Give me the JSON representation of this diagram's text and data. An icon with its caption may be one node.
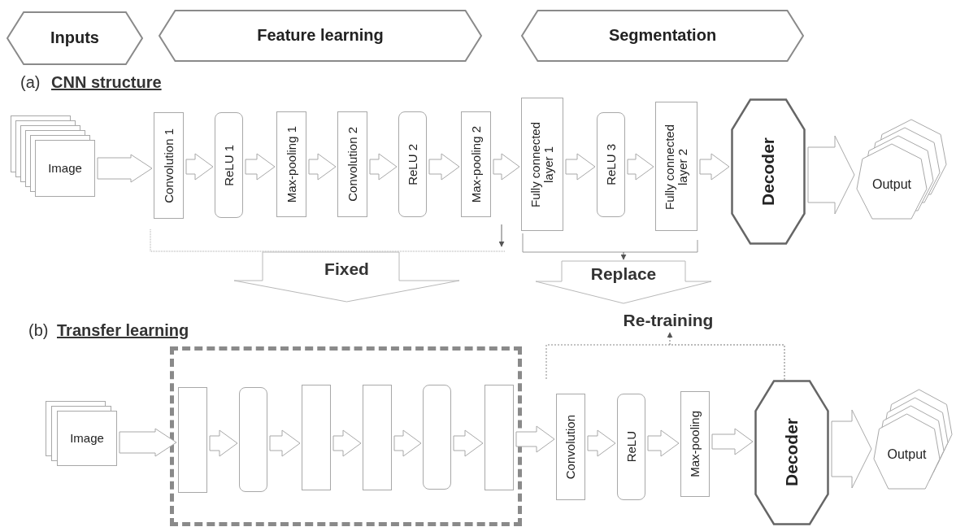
{
  "diagram": {
    "nodes": [
      {
        "text": [
          "Inputs"
        ]
      },
      {
        "text": [
          "Feature learning"
        ]
      },
      {
        "text": [
          "Segmentation"
        ]
      },
      {
        "text": [
          "Image"
        ]
      },
      {
        "text": [
          "Convolution 1"
        ]
      },
      {
        "text": [
          "ReLU 1"
        ]
      },
      {
        "text": [
          "Max-pooling 1"
        ]
      },
      {
        "text": [
          "Convolution 2"
        ]
      },
      {
        "text": [
          "ReLU 2"
        ]
      },
      {
        "text": [
          "Max-pooling 2"
        ]
      },
      {
        "text": [
          "Fully connected layer 1"
        ]
      },
      {
        "text": [
          "ReLU 3"
        ]
      },
      {
        "text": [
          "Fully connected layer 2"
        ]
      },
      {
        "text": [
          "Decoder"
        ]
      },
      {
        "text": [
          "Output"
        ]
      },
      {
        "text": [
          "Fixed"
        ]
      },
      {
        "text": [
          "Replace"
        ]
      },
      {
        "text": [
          "Re-training"
        ]
      },
      {
        "text": [
          "Image"
        ]
      },
      {
        "text": [],
        "shape": "box"
      },
      {
        "text": [],
        "shape": "box",
        "in": 19
      },
      {
        "text": [],
        "shape": "box",
        "in": 19
      },
      {
        "text": [],
        "shape": "box",
        "in": 19
      },
      {
        "text": [],
        "shape": "box",
        "in": 19
      },
      {
        "text": [],
        "shape": "box",
        "in": 19
      },
      {
        "text": [],
        "shape": "box",
        "in": 19
      },
      {
        "text": [
          "Convolution"
        ]
      },
      {
        "text": [
          "ReLU"
        ]
      },
      {
        "text": [
          "Max-pooling"
        ]
      },
      {
        "text": [
          "Decoder"
        ]
      },
      {
        "text": [
          "Output"
        ]
      }
    ],
    "edges": [
      {
        "from": 3,
        "to": 4,
        "arrow": "to"
      },
      {
        "from": 4,
        "to": 5,
        "arrow": "to"
      },
      {
        "from": 5,
        "to": 6,
        "arrow": "to"
      },
      {
        "from": 6,
        "to": 7,
        "arrow": "to"
      },
      {
        "from": 7,
        "to": 8,
        "arrow": "to"
      },
      {
        "from": 8,
        "to": 9,
        "arrow": "to"
      },
      {
        "from": 9,
        "to": 10,
        "arrow": "to"
      },
      {
        "from": 10,
        "to": 11,
        "arrow": "to"
      },
      {
        "from": 11,
        "to": 12,
        "arrow": "to"
      },
      {
        "from": 12,
        "to": 13,
        "arrow": "to"
      },
      {
        "from": 13,
        "to": 14,
        "arrow": "to"
      },
      {
        "from": 18,
        "to": 20,
        "arrow": "to"
      },
      {
        "from": 20,
        "to": 21,
        "arrow": "to"
      },
      {
        "from": 21,
        "to": 22,
        "arrow": "to"
      },
      {
        "from": 22,
        "to": 23,
        "arrow": "to"
      },
      {
        "from": 23,
        "to": 24,
        "arrow": "to"
      },
      {
        "from": 24,
        "to": 25,
        "arrow": "to"
      },
      {
        "from": 25,
        "to": 26,
        "arrow": "to"
      },
      {
        "from": 26,
        "to": 27,
        "arrow": "to"
      },
      {
        "from": 27,
        "to": 28,
        "arrow": "to"
      },
      {
        "from": 28,
        "to": 29,
        "arrow": "to"
      },
      {
        "from": 29,
        "to": 30,
        "arrow": "to"
      },
      {
        "from": 29,
        "to": 17,
        "arrow": "to",
        "style": "dashed"
      }
    ],
    "labels": [
      "(a)",
      "CNN structure",
      "(b)",
      "Transfer learning"
    ]
  }
}
